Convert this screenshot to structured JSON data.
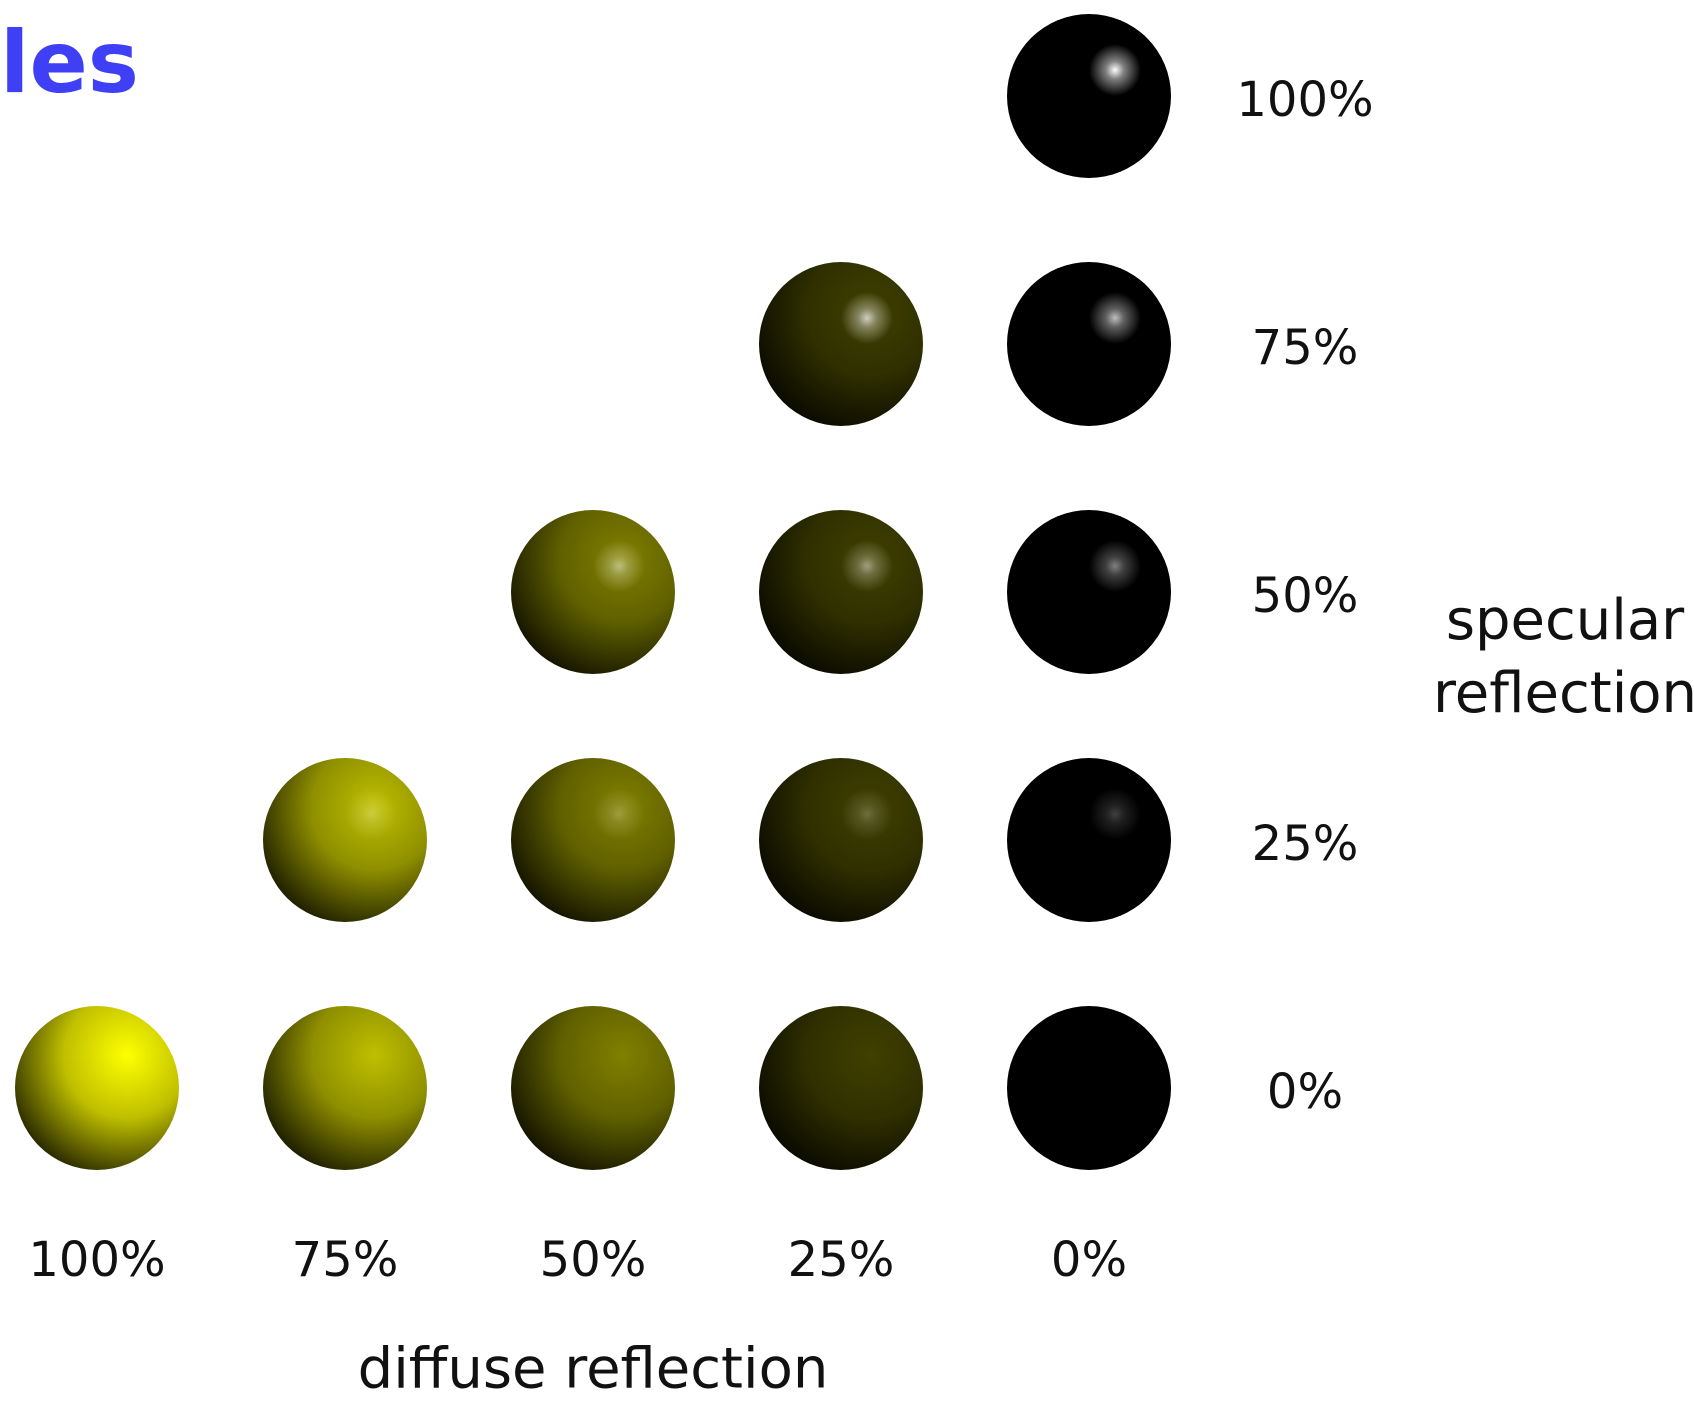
{
  "title_fragment": "les",
  "colors": {
    "title": "#3f3ff5",
    "sphere_base": "#ffff00",
    "highlight": "#ffffff",
    "background": "#ffffff"
  },
  "diffuse_axis": {
    "label": "diffuse reflection",
    "levels": [
      "100%",
      "75%",
      "50%",
      "25%",
      "0%"
    ]
  },
  "specular_axis": {
    "label_line1": "specular",
    "label_line2": "reflection",
    "levels": [
      "100%",
      "75%",
      "50%",
      "25%",
      "0%"
    ]
  },
  "spheres": [
    {
      "diffuse": 0,
      "specular": 1
    },
    {
      "diffuse": 0.25,
      "specular": 0.75
    },
    {
      "diffuse": 0,
      "specular": 0.75
    },
    {
      "diffuse": 0.5,
      "specular": 0.5
    },
    {
      "diffuse": 0.25,
      "specular": 0.5
    },
    {
      "diffuse": 0,
      "specular": 0.5
    },
    {
      "diffuse": 0.75,
      "specular": 0.25
    },
    {
      "diffuse": 0.5,
      "specular": 0.25
    },
    {
      "diffuse": 0.25,
      "specular": 0.25
    },
    {
      "diffuse": 0,
      "specular": 0.25
    },
    {
      "diffuse": 1,
      "specular": 0
    },
    {
      "diffuse": 0.75,
      "specular": 0
    },
    {
      "diffuse": 0.5,
      "specular": 0
    },
    {
      "diffuse": 0.25,
      "specular": 0
    },
    {
      "diffuse": 0,
      "specular": 0
    }
  ]
}
